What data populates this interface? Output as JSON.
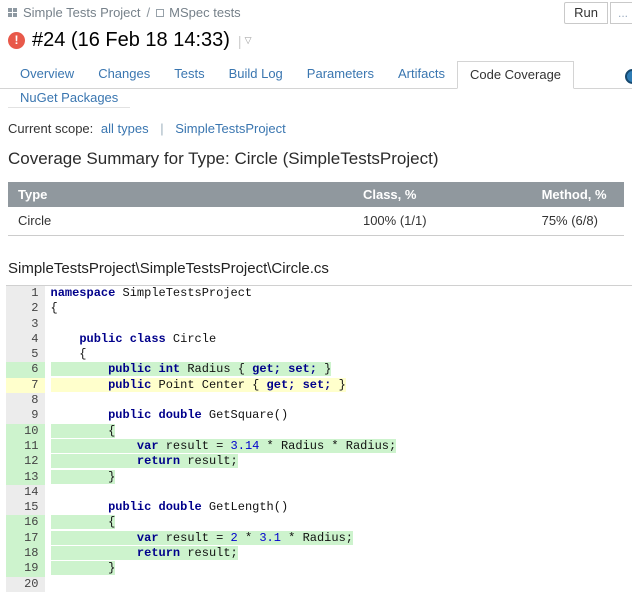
{
  "breadcrumb": {
    "project": "Simple Tests Project",
    "separator": "/",
    "build_type": "MSpec tests"
  },
  "toolbar": {
    "run_label": "Run",
    "more_label": "..."
  },
  "build": {
    "status": "failed",
    "status_glyph": "!",
    "number_title": "#24 (16 Feb 18 14:33)",
    "menu_separator": "|",
    "menu_glyph": "▽"
  },
  "tabs": {
    "row1": [
      "Overview",
      "Changes",
      "Tests",
      "Build Log",
      "Parameters",
      "Artifacts",
      "Code Coverage"
    ],
    "active_tab": "Code Coverage",
    "row2": [
      "NuGet Packages"
    ]
  },
  "scope": {
    "label": "Current scope:",
    "links": [
      "all types",
      "SimpleTestsProject"
    ],
    "separator": "|"
  },
  "summary": {
    "heading": "Coverage Summary for Type: Circle (SimpleTestsProject)",
    "table": {
      "headers": [
        "Type",
        "Class, %",
        "Method, %"
      ],
      "rows": [
        [
          "Circle",
          "100% (1/1)",
          "75% (6/8)"
        ]
      ]
    }
  },
  "file": {
    "path": "SimpleTestsProject\\SimpleTestsProject\\Circle.cs"
  },
  "code": {
    "lines": [
      {
        "num": 1,
        "hl": null,
        "seg": [
          [
            "k",
            "namespace"
          ],
          [
            "p",
            " SimpleTestsProject"
          ]
        ]
      },
      {
        "num": 2,
        "hl": null,
        "seg": [
          [
            "p",
            "{"
          ]
        ]
      },
      {
        "num": 3,
        "hl": null,
        "seg": []
      },
      {
        "num": 4,
        "hl": null,
        "seg": [
          [
            "p",
            "    "
          ],
          [
            "k",
            "public class"
          ],
          [
            "p",
            " Circle"
          ]
        ]
      },
      {
        "num": 5,
        "hl": null,
        "seg": [
          [
            "p",
            "    {"
          ]
        ]
      },
      {
        "num": 6,
        "hl": "green",
        "seg": [
          [
            "p",
            "        "
          ],
          [
            "k",
            "public int"
          ],
          [
            "p",
            " Radius { "
          ],
          [
            "k",
            "get;"
          ],
          [
            "p",
            " "
          ],
          [
            "k",
            "set;"
          ],
          [
            "p",
            " }"
          ]
        ]
      },
      {
        "num": 7,
        "hl": "yellow",
        "seg": [
          [
            "p",
            "        "
          ],
          [
            "k",
            "public"
          ],
          [
            "p",
            " Point Center { "
          ],
          [
            "k",
            "get;"
          ],
          [
            "p",
            " "
          ],
          [
            "k",
            "set;"
          ],
          [
            "p",
            " }"
          ]
        ]
      },
      {
        "num": 8,
        "hl": null,
        "seg": []
      },
      {
        "num": 9,
        "hl": null,
        "seg": [
          [
            "p",
            "        "
          ],
          [
            "k",
            "public double"
          ],
          [
            "p",
            " GetSquare()"
          ]
        ]
      },
      {
        "num": 10,
        "hl": "green",
        "seg": [
          [
            "p",
            "        {"
          ]
        ]
      },
      {
        "num": 11,
        "hl": "green",
        "seg": [
          [
            "p",
            "            "
          ],
          [
            "k",
            "var"
          ],
          [
            "p",
            " result = "
          ],
          [
            "n",
            "3.14"
          ],
          [
            "p",
            " * Radius * Radius;"
          ]
        ]
      },
      {
        "num": 12,
        "hl": "green",
        "seg": [
          [
            "p",
            "            "
          ],
          [
            "k",
            "return"
          ],
          [
            "p",
            " result;"
          ]
        ]
      },
      {
        "num": 13,
        "hl": "green",
        "seg": [
          [
            "p",
            "        }"
          ]
        ]
      },
      {
        "num": 14,
        "hl": null,
        "seg": []
      },
      {
        "num": 15,
        "hl": null,
        "seg": [
          [
            "p",
            "        "
          ],
          [
            "k",
            "public double"
          ],
          [
            "p",
            " GetLength()"
          ]
        ]
      },
      {
        "num": 16,
        "hl": "green",
        "seg": [
          [
            "p",
            "        {"
          ]
        ]
      },
      {
        "num": 17,
        "hl": "green",
        "seg": [
          [
            "p",
            "            "
          ],
          [
            "k",
            "var"
          ],
          [
            "p",
            " result = "
          ],
          [
            "n",
            "2"
          ],
          [
            "p",
            " * "
          ],
          [
            "n",
            "3.1"
          ],
          [
            "p",
            " * Radius;"
          ]
        ]
      },
      {
        "num": 18,
        "hl": "green",
        "seg": [
          [
            "p",
            "            "
          ],
          [
            "k",
            "return"
          ],
          [
            "p",
            " result;"
          ]
        ]
      },
      {
        "num": 19,
        "hl": "green",
        "seg": [
          [
            "p",
            "        }"
          ]
        ]
      },
      {
        "num": 20,
        "hl": null,
        "seg": []
      }
    ]
  },
  "colors": {
    "status_red": "#e8594a",
    "link_blue": "#3a76b0",
    "table_header_bg": "#90989e",
    "covered_green": "#cdf3cd",
    "partial_yellow": "#ffffcc",
    "keyword_navy": "#00008b",
    "number_blue": "#0000cd"
  }
}
